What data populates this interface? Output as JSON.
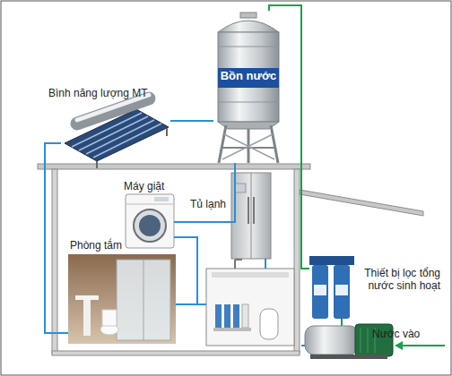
{
  "diagram": {
    "nodes": [
      {
        "text": [
          "Bồn nước"
        ]
      },
      {
        "text": [
          "Bình năng lượng MT"
        ]
      },
      {
        "text": [
          "Máy giặt"
        ]
      },
      {
        "text": [
          "Tủ lạnh"
        ]
      },
      {
        "text": [
          "Phòng tắm"
        ]
      },
      {
        "text": [
          "Thiết bị lọc tổng nước sinh hoạt"
        ]
      }
    ],
    "edges": [
      {
        "from": 1,
        "to": 0,
        "arrow": "none"
      },
      {
        "from": 5,
        "to": 0,
        "arrow": "none"
      },
      {
        "from": 0,
        "to": 2,
        "arrow": "none"
      },
      {
        "from": 1,
        "to": 4,
        "arrow": "none"
      }
    ],
    "labels": [
      "Nước vào"
    ]
  }
}
